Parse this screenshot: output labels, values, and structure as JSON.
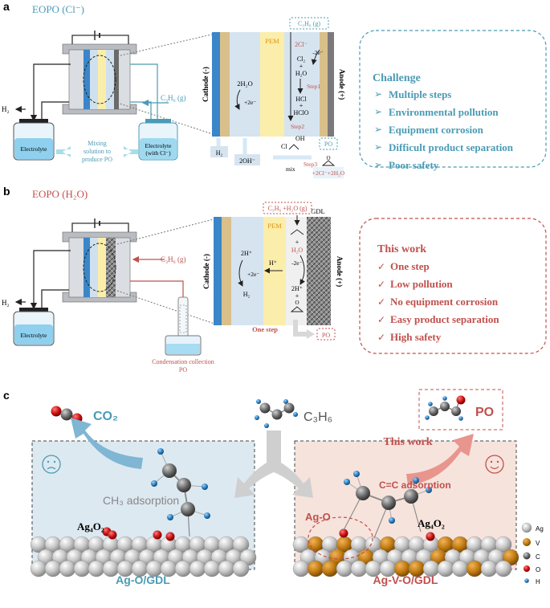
{
  "panel_a": {
    "label": "a",
    "title": "EOPO (Cl⁻)",
    "h2": "H₂",
    "electrolyte": "Electrolyte",
    "electrolyte_cl_line1": "Electrolyte",
    "electrolyte_cl_line2": "(with Cl⁻)",
    "c3h6_feed": "C₃H₆ (g)",
    "mixing_line1": "Mixing",
    "mixing_line2": "solution to",
    "mixing_line3": "produce PO",
    "cathode": "Cathode (-)",
    "anode": "Anode (+)",
    "pem": "PEM",
    "c3h6_box": "C₃H₆ (g)",
    "two_cl": "2Cl⁻",
    "minus_2e": "-2e⁻",
    "cl2": "Cl₂",
    "plus1": "+",
    "h2o_right": "H₂O",
    "step1": "Step1",
    "hcl": "HCl",
    "plus2": "+",
    "hclo": "HClO",
    "step2": "Step2",
    "h2o_left": "2H₂O",
    "plus_2e": "+2e⁻",
    "h2_box": "H₂",
    "oh_box": "2OH⁻",
    "cl_label": "Cl",
    "oh_label": "OH",
    "step3": "Step3",
    "mix": "mix",
    "po_box": "PO",
    "po_ring_o": "O",
    "byproduct": "+2Cl⁻+2H₂O",
    "challenge_title": "Challenge",
    "challenges": [
      "Multiple steps",
      "Environmental pollution",
      "Equipment corrosion",
      "Difficult product separation",
      "Poor safety"
    ]
  },
  "panel_b": {
    "label": "b",
    "title": "EOPO (H₂O)",
    "h2": "H₂",
    "electrolyte": "Electrolyte",
    "c3h6_feed": "C₃H₆ (g)",
    "condensation_line1": "Condensation collection",
    "condensation_line2": "PO",
    "cathode": "Cathode (-)",
    "anode": "Anode (+)",
    "pem": "PEM",
    "gdl": "GDL",
    "feed_box": "C₃H₆ +H₂O (g)",
    "plus": "+",
    "h2o": "H₂O",
    "minus_2e": "-2e⁻",
    "two_h": "2H⁺",
    "plus_2e": "+2e⁻",
    "h_plus": "H⁺",
    "two_h_right": "2H⁺",
    "plus_right": "+",
    "po_ring_o": "O",
    "one_step": "One step",
    "po_box": "PO",
    "work_title": "This work",
    "works": [
      "One step",
      "Low pollution",
      "No equipment corrosion",
      "Easy product separation",
      "High safety"
    ]
  },
  "panel_c": {
    "label": "c",
    "co2": "CO₂",
    "c3h6": "C₃H₆",
    "po": "PO",
    "this_work": "This work",
    "ch3_adsorption": "CH₃ adsorption",
    "cc_adsorption": "C=C adsorption",
    "ag4o2_left": "Ag₄O₂",
    "ag4o2_right": "Ag₄O₂",
    "ag_o": "Ag-O",
    "left_caption": "Ag-O/GDL",
    "right_caption": "Ag-V-O/GDL",
    "legend": [
      {
        "label": "Ag",
        "color": "#c8c8c8"
      },
      {
        "label": "V",
        "color": "#c07a10"
      },
      {
        "label": "C",
        "color": "#6a6a6a"
      },
      {
        "label": "O",
        "color": "#cc1010"
      },
      {
        "label": "H",
        "color": "#2a7fc0"
      }
    ]
  },
  "colors": {
    "teal": "#4a9bb5",
    "red": "#c0504d",
    "cathode_blue": "#3a86c8",
    "pem_yellow": "#fbeeaa",
    "left_bg": "#dde9f1",
    "right_bg": "#f6e3dc"
  }
}
